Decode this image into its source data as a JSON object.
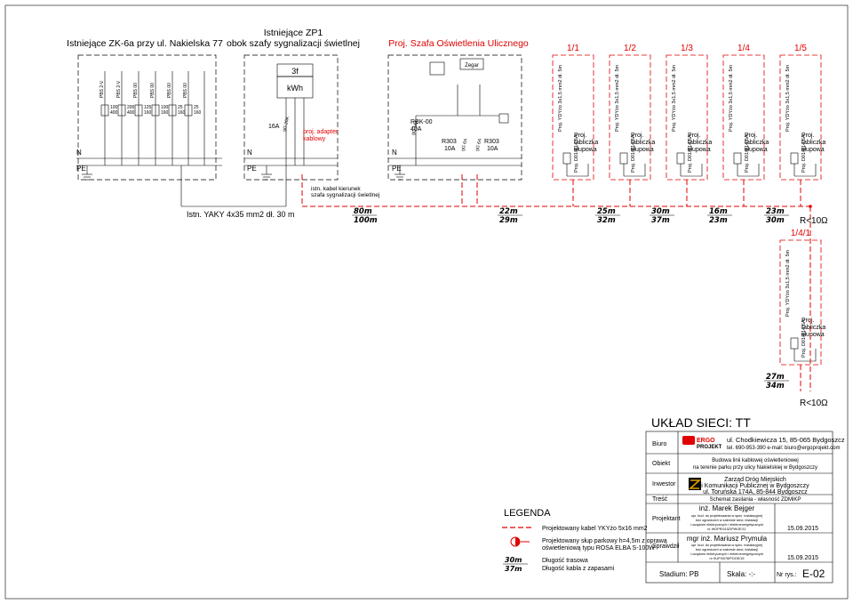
{
  "headers": {
    "zk6a": "Istniejące ZK-6a przy ul. Nakielska 77",
    "zp1_line1": "Istniejące ZP1",
    "zp1_line2": "obok szafy sygnalizacji świetlnej",
    "szafa": "Proj. Szafa Oświetlenia Ulicznego"
  },
  "circuits": [
    {
      "id": "1/1",
      "cable": "Proj. YDYżo 3x1,5 mm2 dł. 5m",
      "box": "Proj.",
      "box2": "tabliczka",
      "box3": "słupowa",
      "fuse": "Proj. D01/E14 6A"
    },
    {
      "id": "1/2",
      "cable": "Proj. YDYżo 3x1,5 mm2 dł. 5m",
      "box": "Proj.",
      "box2": "tabliczka",
      "box3": "słupowa",
      "fuse": "Proj. D01/E14 6A"
    },
    {
      "id": "1/3",
      "cable": "Proj. YDYżo 3x1,5 mm2 dł. 5m",
      "box": "Proj.",
      "box2": "tabliczka",
      "box3": "słupowa",
      "fuse": "Proj. D01/E14 6A"
    },
    {
      "id": "1/4",
      "cable": "Proj. YDYżo 3x1,5 mm2 dł. 5m",
      "box": "Proj.",
      "box2": "tabliczka",
      "box3": "słupowa",
      "fuse": "Proj. D01/E14 6A"
    },
    {
      "id": "1/5",
      "cable": "Proj. YDYżo 3x1,5 mm2 dł. 5m",
      "box": "Proj.",
      "box2": "tabliczka",
      "box3": "słupowa",
      "fuse": "Proj. D01/E14 6A"
    },
    {
      "id": "1/4/1",
      "cable": "Proj. YDYżo 3x1,5 mm2 dł. 5m",
      "box": "Proj.",
      "box2": "tabliczka",
      "box3": "słupowa",
      "fuse": "Proj. D01/E14 6A"
    }
  ],
  "zk6a_fuses": [
    {
      "label": "PBS 2-V",
      "v1": "100",
      "v2": "400"
    },
    {
      "label": "PBS 2-V",
      "v1": "200",
      "v2": "400"
    },
    {
      "label": "PBS 00",
      "v1": "125",
      "v2": "160"
    },
    {
      "label": "PBS 00",
      "v1": "100",
      "v2": "160"
    },
    {
      "label": "PBS 00",
      "v1": "25",
      "v2": "160"
    },
    {
      "label": "PBS 00",
      "v1": "25",
      "v2": "160"
    }
  ],
  "zp1": {
    "meter_top": "3f",
    "meter": "kWh",
    "fuse": "16A",
    "adapter1": "proj. adapter",
    "adapter2": "kablowy",
    "fuse_tag": "gG 20A"
  },
  "szafa": {
    "clock": "Zegar",
    "main": "RBK-00",
    "main_rating": "40A",
    "r1": "R303",
    "r1a": "10A",
    "r2": "R303",
    "r2a": "10A",
    "fuse_tag1": "gG 16A",
    "fuse_tag2": "gG 6A",
    "fuse_tag3": "gG 6A"
  },
  "labels": {
    "N": "N",
    "PE": "PE"
  },
  "cable_note1": "istn. kabel kierunek",
  "cable_note2": "szafa sygnalizacji świetlnej",
  "istn_cable": "Istn. YAKY 4x35 mm2 dł. 30 m",
  "lengths": [
    {
      "a": "80m",
      "b": "100m"
    },
    {
      "a": "22m",
      "b": "29m"
    },
    {
      "a": "25m",
      "b": "32m"
    },
    {
      "a": "30m",
      "b": "37m"
    },
    {
      "a": "16m",
      "b": "23m"
    },
    {
      "a": "23m",
      "b": "30m"
    },
    {
      "a": "27m",
      "b": "34m"
    }
  ],
  "resistance": "R<10Ω",
  "resistance2": "R<10Ω",
  "network": "UKŁAD SIECI: TT",
  "legend": {
    "title": "LEGENDA",
    "cable": "Projektowany kabel YKYżo 5x16 mm2",
    "pole1": "Projektowany słup parkowy h=4,5m z oprawą",
    "pole2": "oświetleniową typu ROSA ELBA S-100W",
    "len_sample_a": "30m",
    "len_sample_b": "37m",
    "len1": "Długość trasowa",
    "len2": "Długość kabla z zapasami"
  },
  "titleblock": {
    "biuro_label": "Biuro",
    "logo": "ERGO PROJEKT",
    "address": "ul. Chodkiewicza 15, 85-065 Bydgoszcz",
    "contact": "tel. 690-953-390 e-mail: biuro@ergoprojekt.com",
    "obiekt_label": "Obiekt",
    "obiekt1": "Budowa linii kablowej oświetleniowej",
    "obiekt2": "na terenie parku przy ulicy Nakielskiej w Bydgoszczy",
    "inwestor_label": "Inwestor",
    "inwestor1": "Zarząd Dróg Miejskich",
    "inwestor2": "i Komunikacji Publicznej w Bydgoszczy",
    "inwestor3": "ul. Toruńska 174A, 85-844 Bydgoszcz",
    "tresc_label": "Treść",
    "tresc": "Schemat zasilania - własność ZDMiKP",
    "projektant_label": "Projektant",
    "projektant": "inż. Marek Bejger",
    "projektant_perm1": "upr. bud. do projektowania w spec. instalacyjnej",
    "projektant_perm2": "bez ograniczeń w zakresie sieci, instalacji",
    "projektant_perm3": "i urządzeń elektrycznych i elektroenergetycznych",
    "projektant_perm4": "nr WOPR/0152/PWOE/11",
    "date1": "15.09.2015",
    "sprawdzil_label": "Sprawdził",
    "sprawdzil": "mgr inż. Mariusz Prymula",
    "sprawdzil_perm1": "upr. bud. do projektowania w spec. instalacyjnej",
    "sprawdzil_perm2": "bez ograniczeń w zakresie sieci, instalacji",
    "sprawdzil_perm3": "i urządzeń elektrycznych i elektroenergetycznych",
    "sprawdzil_perm4": "nr KUP/0078/POOE/15",
    "date2": "15.09.2015",
    "stadium": "Stadium: PB",
    "skala": "Skala: -:-",
    "nr_label": "Nr rys.:",
    "nr": "E-02"
  },
  "colors": {
    "red": "#e00000",
    "black": "#000000"
  }
}
